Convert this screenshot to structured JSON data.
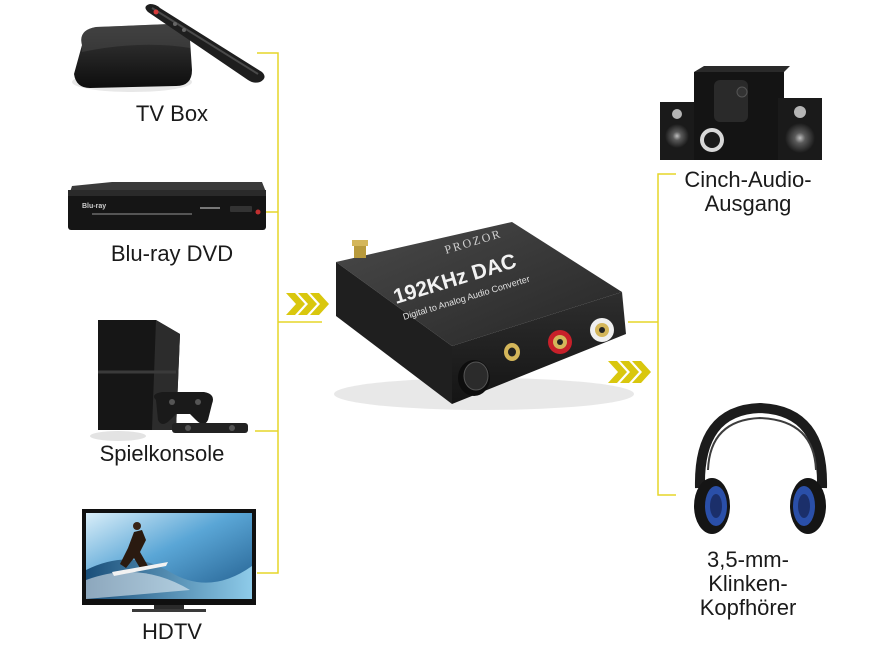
{
  "sources": [
    {
      "label": "TV Box",
      "icon": "tv-box-icon"
    },
    {
      "label": "Blu-ray DVD",
      "icon": "bluray-player-icon"
    },
    {
      "label": "Spielkonsole",
      "icon": "game-console-icon"
    },
    {
      "label": "HDTV",
      "icon": "hdtv-icon"
    }
  ],
  "device": {
    "brand": "PROZOR",
    "model": "192KHz DAC",
    "subtitle": "Digital to Analog Audio Converter"
  },
  "outputs": [
    {
      "lines": [
        "Cinch-Audio-",
        "Ausgang"
      ],
      "icon": "speakers-icon"
    },
    {
      "lines": [
        "3,5-mm-",
        "Klinken-",
        "Kopfhörer"
      ],
      "icon": "headphones-icon"
    }
  ],
  "colors": {
    "connector": "#e6d629",
    "arrow": "#d9c70e",
    "device_body": "#2b2b2b"
  }
}
